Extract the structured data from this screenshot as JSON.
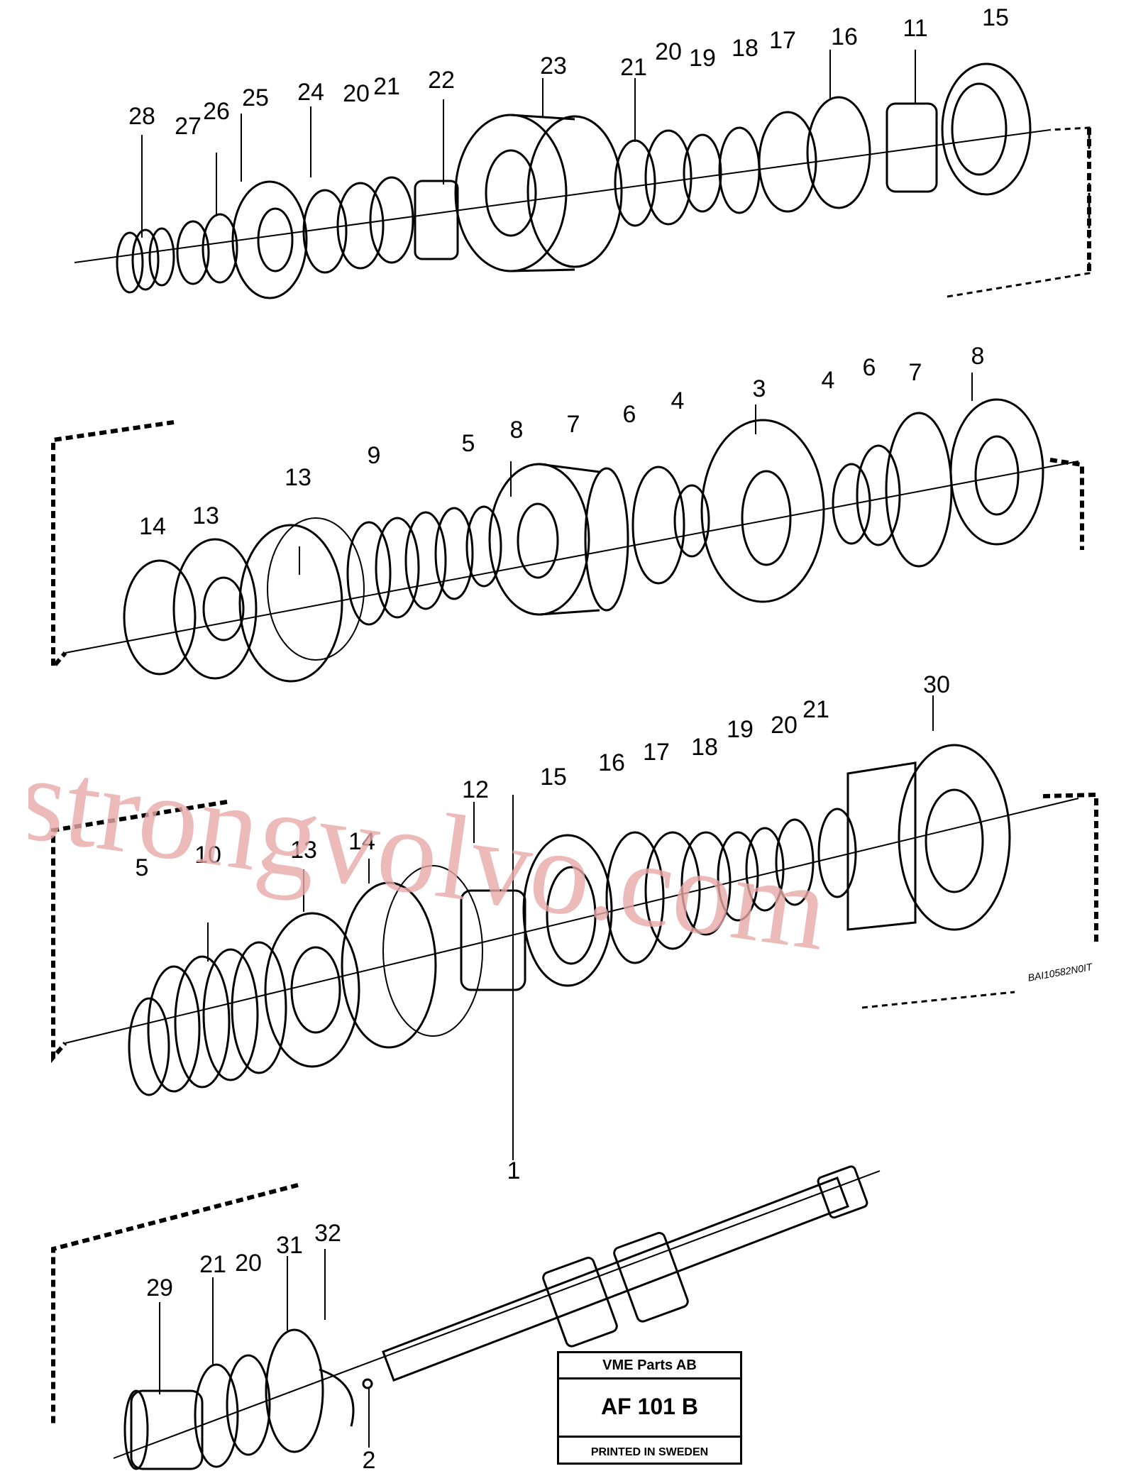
{
  "callouts": {
    "row1": [
      "28",
      "27",
      "26",
      "25",
      "24",
      "20",
      "21",
      "22",
      "23",
      "21",
      "20",
      "19",
      "18",
      "17",
      "16",
      "11",
      "15"
    ],
    "row2": [
      "14",
      "13",
      "13",
      "9",
      "5",
      "8",
      "7",
      "6",
      "4",
      "3",
      "4",
      "6",
      "7",
      "8"
    ],
    "row3": [
      "5",
      "10",
      "13",
      "14",
      "12",
      "15",
      "16",
      "17",
      "18",
      "19",
      "20",
      "21",
      "30"
    ],
    "row4": [
      "29",
      "21",
      "20",
      "31",
      "32",
      "1",
      "2"
    ]
  },
  "drawing_number": "BAI10582N0IT",
  "watermark": "strongvolvo.com",
  "title_block": {
    "company": "VME Parts AB",
    "code": "AF 101 B",
    "printed": "PRINTED IN SWEDEN"
  }
}
